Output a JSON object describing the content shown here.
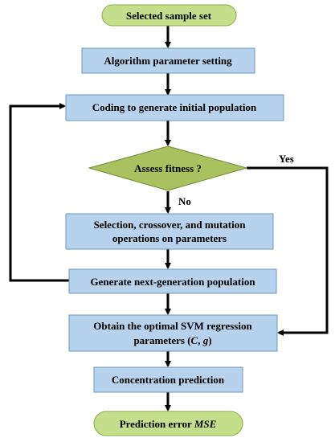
{
  "colors": {
    "terminal_fill": "#c4de8c",
    "terminal_stroke": "#8aab46",
    "process_fill": "#b7d2ec",
    "process_stroke": "#6d95bf",
    "decision_fill": "#a9c25f",
    "decision_stroke": "#6f8a2e",
    "line": "#000000"
  },
  "flowchart": {
    "start": "Selected sample set",
    "param_setting": "Algorithm parameter setting",
    "coding": "Coding to generate initial population",
    "decision": "Assess fitness ?",
    "ops_line1": "Selection, crossover, and mutation",
    "ops_line2": "operations on parameters",
    "next_gen": "Generate next-generation population",
    "optimal_line1": "Obtain the optimal SVM regression",
    "optimal_line2_prefix": "parameters (",
    "optimal_c": "C",
    "optimal_sep": ", ",
    "optimal_g": "g",
    "optimal_suffix": ")",
    "concentration": "Concentration prediction",
    "end_prefix": "Prediction error ",
    "end_mse": "MSE",
    "yes_label": "Yes",
    "no_label": "No"
  }
}
